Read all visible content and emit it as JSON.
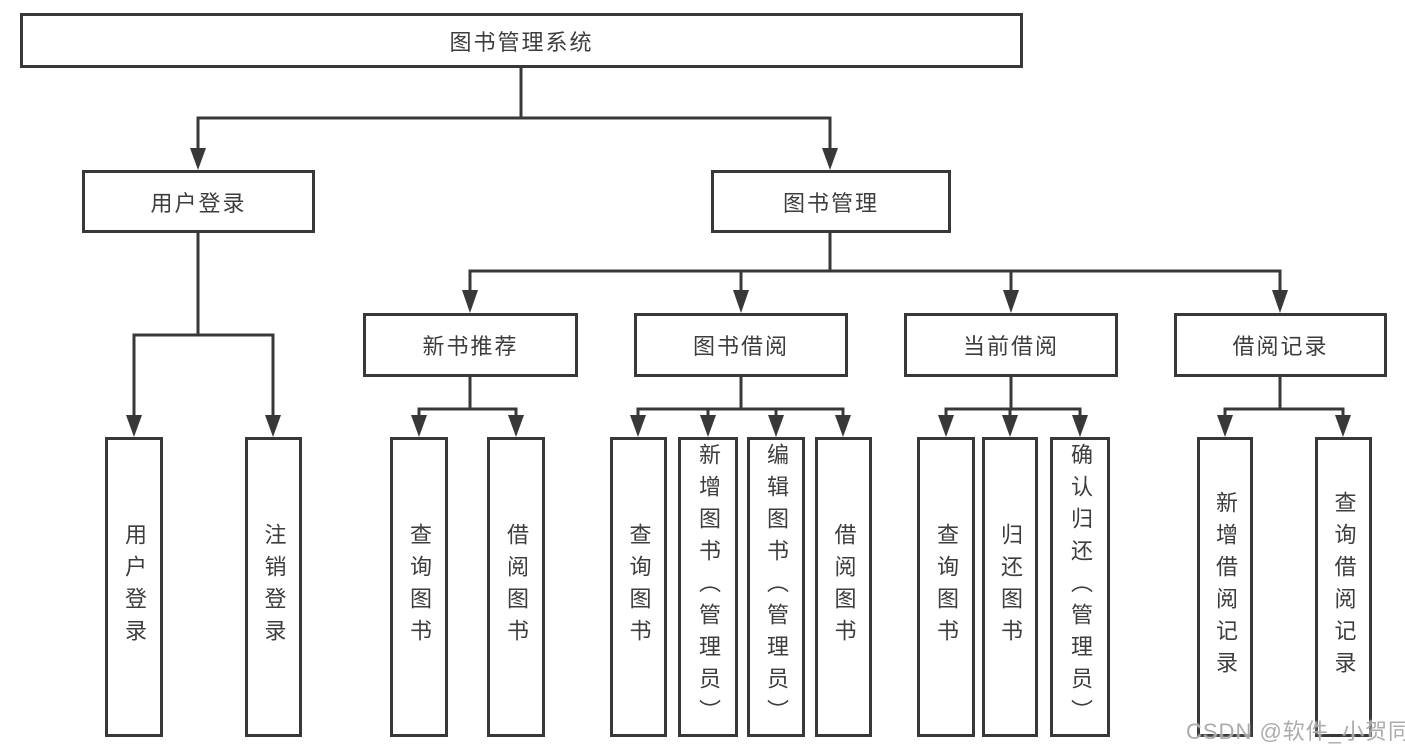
{
  "tree": {
    "label": "图书管理系统",
    "children": [
      {
        "label": "用户登录",
        "children": [
          {
            "label": "用户登录"
          },
          {
            "label": "注销登录"
          }
        ]
      },
      {
        "label": "图书管理",
        "children": [
          {
            "label": "新书推荐",
            "children": [
              {
                "label": "查询图书"
              },
              {
                "label": "借阅图书"
              }
            ]
          },
          {
            "label": "图书借阅",
            "children": [
              {
                "label": "查询图书"
              },
              {
                "label": "新增图书（管理员）"
              },
              {
                "label": "编辑图书（管理员）"
              },
              {
                "label": "借阅图书"
              }
            ]
          },
          {
            "label": "当前借阅",
            "children": [
              {
                "label": "查询图书"
              },
              {
                "label": "归还图书"
              },
              {
                "label": "确认归还（管理员）"
              }
            ]
          },
          {
            "label": "借阅记录",
            "children": [
              {
                "label": "新增借阅记录"
              },
              {
                "label": "查询借阅记录"
              }
            ]
          }
        ]
      }
    ]
  },
  "watermark": {
    "text": "CSDN @软件_小贺同学"
  },
  "colors": {
    "line": "#383838",
    "text": "#3d3d3d",
    "watermark": "#a8a8a8"
  }
}
